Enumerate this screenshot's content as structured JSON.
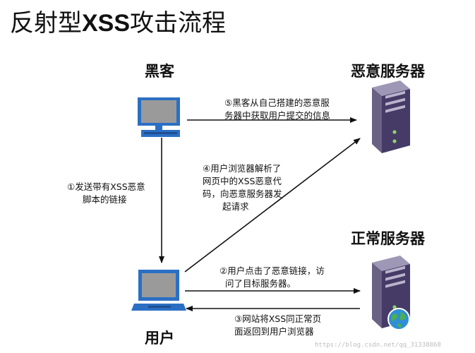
{
  "title": {
    "prefix": "反射型",
    "xss": "XSS",
    "suffix": "攻击流程"
  },
  "nodes": {
    "hacker": "黑客",
    "malicious_server": "恶意服务器",
    "user": "用户",
    "normal_server": "正常服务器"
  },
  "steps": {
    "s1": [
      "①发送带有XSS恶意",
      "脚本的链接"
    ],
    "s2": [
      "②用户点击了恶意链接，访",
      "问了目标服务器。"
    ],
    "s3": [
      "③网站将XSS同正常页",
      "面返回到用户浏览器"
    ],
    "s4": [
      "④用户浏览器解析了",
      "网页中的XSS恶意代",
      "码，向恶意服务器发",
      "起请求"
    ],
    "s5": [
      "⑤黑客从自己搭建的恶意服",
      "务器中获取用户提交的信息"
    ]
  },
  "watermark": "https://blog.csdn.net/qq_31338868",
  "colors": {
    "arrow": "#111111",
    "monitor": "#2b6fc4",
    "server": "#4a3f6b"
  }
}
